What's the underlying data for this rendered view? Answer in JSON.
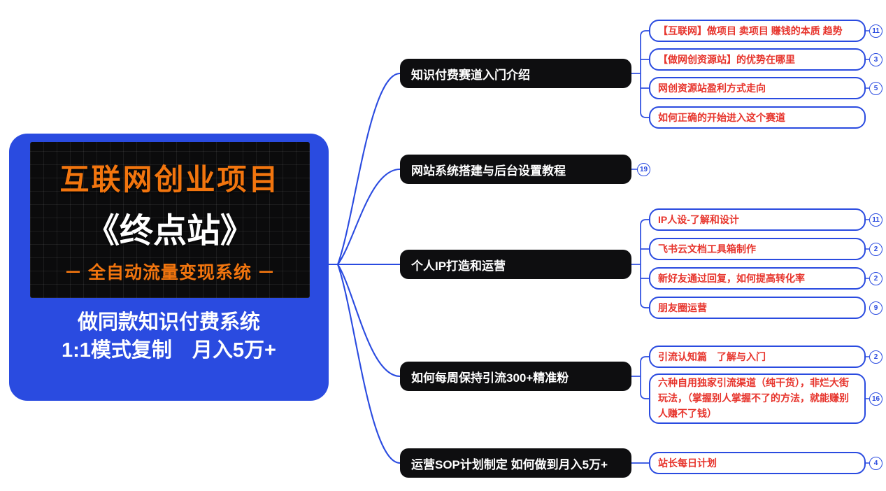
{
  "central": {
    "title": "互联网创业项目",
    "subtitle": "《终点站》",
    "tagline": "－ 全自动流量变现系统 －",
    "caption_line1": "做同款知识付费系统",
    "caption_line2": "1:1模式复制　月入5万+"
  },
  "branches": [
    {
      "label": "知识付费赛道入门介绍",
      "children": [
        {
          "label": "【互联网】做项目 卖项目 赚钱的本质 趋势",
          "badge": "11"
        },
        {
          "label": "【做网创资源站】的优势在哪里",
          "badge": "3"
        },
        {
          "label": "网创资源站盈利方式走向",
          "badge": "5"
        },
        {
          "label": "如何正确的开始进入这个赛道",
          "badge": ""
        }
      ]
    },
    {
      "label": "网站系统搭建与后台设置教程",
      "badge": "19",
      "children": []
    },
    {
      "label": "个人IP打造和运营",
      "children": [
        {
          "label": "IP人设-了解和设计",
          "badge": "11"
        },
        {
          "label": "飞书云文档工具箱制作",
          "badge": "2"
        },
        {
          "label": "新好友通过回复，如何提高转化率",
          "badge": "2"
        },
        {
          "label": "朋友圈运营",
          "badge": "9"
        }
      ]
    },
    {
      "label": "如何每周保持引流300+精准粉",
      "children": [
        {
          "label": "引流认知篇　了解与入门",
          "badge": "2"
        },
        {
          "label": "六种自用独家引流渠道（纯干货），非烂大街玩法，（掌握别人掌握不了的方法，就能赚别人赚不了钱）",
          "badge": "16"
        }
      ]
    },
    {
      "label": "运营SOP计划制定 如何做到月入5万+",
      "children": [
        {
          "label": "站长每日计划",
          "badge": "4"
        }
      ]
    }
  ],
  "colors": {
    "accent_blue": "#2a4be0",
    "node_black": "#0e0e10",
    "title_orange": "#f2750e",
    "child_red": "#e7342c"
  }
}
